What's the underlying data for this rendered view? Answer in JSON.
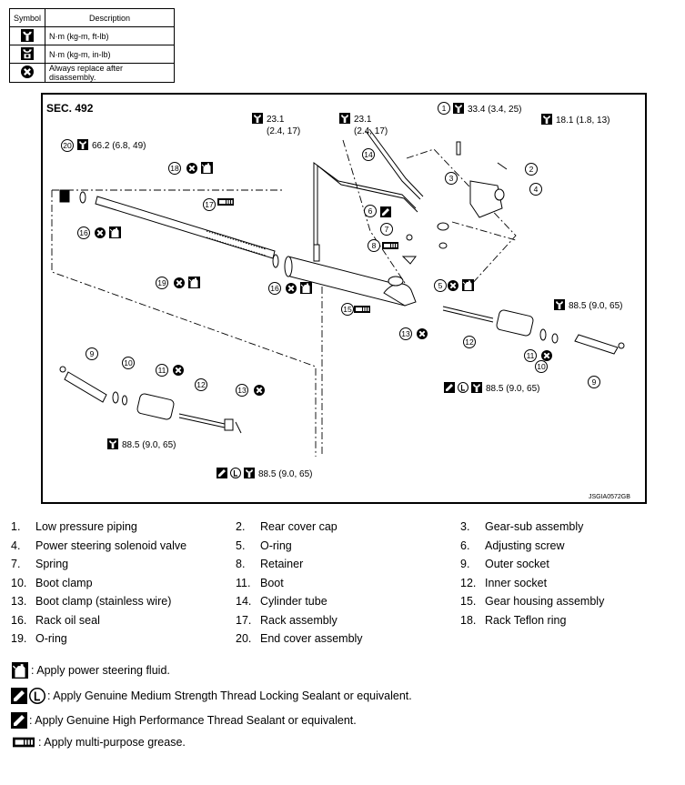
{
  "symbol_table": {
    "header_symbol": "Symbol",
    "header_description": "Description",
    "rows": [
      {
        "icon": "torque-wrench-icon",
        "desc": "N·m (kg-m, ft-lb)"
      },
      {
        "icon": "torque-wrench-small-icon",
        "desc": "N·m (kg-m, in-lb)"
      },
      {
        "icon": "replace-x-icon",
        "desc": "Always replace after disassembly."
      }
    ]
  },
  "diagram": {
    "section": "SEC. 492",
    "image_code": "JSGIA0572GB",
    "callouts": [
      "1",
      "2",
      "3",
      "4",
      "5",
      "6",
      "7",
      "8",
      "9",
      "10",
      "11",
      "12",
      "13",
      "14",
      "15",
      "16",
      "17",
      "18",
      "19",
      "20"
    ],
    "torques": {
      "t1": "33.4 (3.4, 25)",
      "t2": "18.1 (1.8, 13)",
      "t20": "66.2 (6.8, 49)",
      "pipe_left_a": "23.1",
      "pipe_left_b": "(2.4, 17)",
      "pipe_right_a": "23.1",
      "pipe_right_b": "(2.4, 17)",
      "right_outer": "88.5 (9.0, 65)",
      "right_inner": "88.5 (9.0, 65)",
      "left_outer": "88.5 (9.0, 65)",
      "left_inner": "88.5 (9.0, 65)"
    },
    "sealant_letter": "L"
  },
  "parts": [
    {
      "n": "1.",
      "name": "Low pressure piping"
    },
    {
      "n": "2.",
      "name": "Rear cover cap"
    },
    {
      "n": "3.",
      "name": "Gear-sub assembly"
    },
    {
      "n": "4.",
      "name": "Power steering solenoid valve"
    },
    {
      "n": "5.",
      "name": "O-ring"
    },
    {
      "n": "6.",
      "name": "Adjusting screw"
    },
    {
      "n": "7.",
      "name": "Spring"
    },
    {
      "n": "8.",
      "name": "Retainer"
    },
    {
      "n": "9.",
      "name": "Outer socket"
    },
    {
      "n": "10.",
      "name": "Boot clamp"
    },
    {
      "n": "11.",
      "name": "Boot"
    },
    {
      "n": "12.",
      "name": "Inner socket"
    },
    {
      "n": "13.",
      "name": "Boot clamp (stainless wire)"
    },
    {
      "n": "14.",
      "name": "Cylinder tube"
    },
    {
      "n": "15.",
      "name": "Gear housing assembly"
    },
    {
      "n": "16.",
      "name": "Rack oil seal"
    },
    {
      "n": "17.",
      "name": "Rack assembly"
    },
    {
      "n": "18.",
      "name": "Rack Teflon ring"
    },
    {
      "n": "19.",
      "name": "O-ring"
    },
    {
      "n": "20.",
      "name": "End cover assembly"
    }
  ],
  "notes": [
    {
      "icon": "fluid-can-icon",
      "text": ": Apply power steering fluid."
    },
    {
      "icon": "sealant-locking-icon",
      "text": ": Apply Genuine Medium Strength Thread Locking Sealant or equivalent."
    },
    {
      "icon": "sealant-icon",
      "text": ": Apply Genuine High Performance Thread Sealant or equivalent."
    },
    {
      "icon": "grease-icon",
      "text": ": Apply multi-purpose grease."
    }
  ]
}
